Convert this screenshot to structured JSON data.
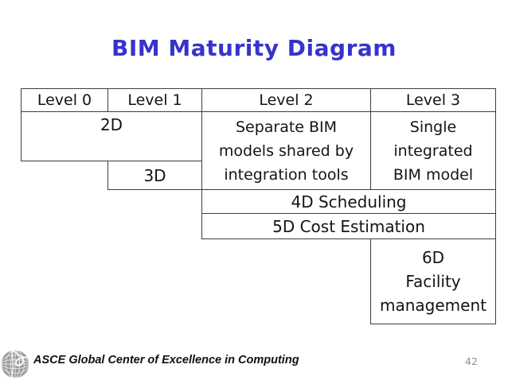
{
  "slide": {
    "title": "BIM Maturity Diagram",
    "page_number": "42"
  },
  "footer": {
    "org_label": "ASCE Global Center of Excellence in Computing",
    "logo_icon": "asce-globe-icon"
  },
  "colors": {
    "title_blue": "#3633cb",
    "table_border": "#3d3d3d",
    "page_number_gray": "#8f8f8f",
    "globe_gray": "#9c9c9c"
  },
  "table": {
    "headers": [
      "Level 0",
      "Level 1",
      "Level 2",
      "Level 3"
    ],
    "cells": {
      "span_2d": "2D",
      "level1_3d": "3D",
      "level2_shared": [
        "Separate BIM",
        "models shared by",
        "integration tools"
      ],
      "level3_integrated": [
        "Single",
        "integrated",
        "BIM model"
      ],
      "span_4d": "4D Scheduling",
      "span_5d": "5D Cost Estimation",
      "level3_6d": [
        "6D",
        "Facility",
        "management"
      ]
    }
  }
}
